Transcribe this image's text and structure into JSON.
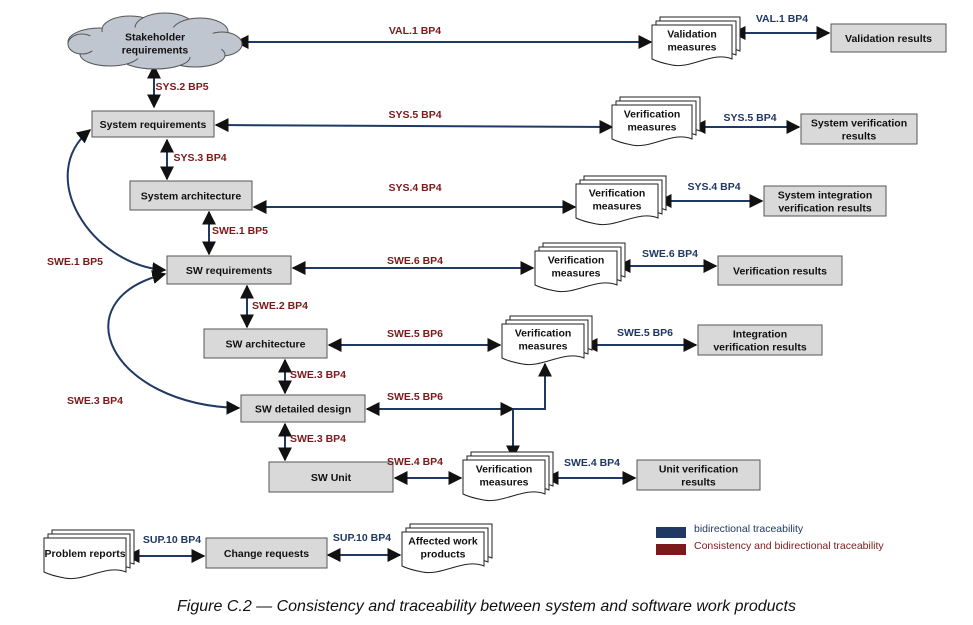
{
  "colors": {
    "blue": "#1f3864",
    "red": "#7b1a1a",
    "box_fill": "#d9d9d9",
    "box_stroke": "#555555",
    "doc_fill": "#ffffff",
    "cloud_fill": "#bfc6cf"
  },
  "nodes": {
    "stakeholder": "Stakeholder\nrequirements",
    "sys_req": "System requirements",
    "sys_arch": "System architecture",
    "sw_req": "SW requirements",
    "sw_arch": "SW architecture",
    "sw_det": "SW detailed design",
    "sw_unit": "SW Unit",
    "val_meas": "Validation\nmeasures",
    "ver_meas_sys": "Verification\nmeasures",
    "ver_meas_int": "Verification\nmeasures",
    "ver_meas_swreq": "Verification\nmeasures",
    "ver_meas_swarch": "Verification\nmeasures",
    "ver_meas_unit": "Verification\nmeasures",
    "val_results": "Validation results",
    "sys_ver_results": "System verification\nresults",
    "sys_int_results": "System integration\nverification results",
    "ver_results": "Verification results",
    "int_ver_results": "Integration\nverification results",
    "unit_ver_results": "Unit verification\nresults",
    "problem_reports": "Problem reports",
    "change_requests": "Change requests",
    "affected_products": "Affected work\nproducts"
  },
  "edges": {
    "val1_bp4_a": "VAL.1 BP4",
    "val1_bp4_b": "VAL.1 BP4",
    "sys2_bp5": "SYS.2 BP5",
    "sys5_bp4_a": "SYS.5 BP4",
    "sys5_bp4_b": "SYS.5 BP4",
    "sys3_bp4": "SYS.3 BP4",
    "sys4_bp4_a": "SYS.4 BP4",
    "sys4_bp4_b": "SYS.4 BP4",
    "swe1_bp5_a": "SWE.1 BP5",
    "swe1_bp5_b": "SWE.1 BP5",
    "swe6_bp4_a": "SWE.6 BP4",
    "swe6_bp4_b": "SWE.6 BP4",
    "swe2_bp4": "SWE.2 BP4",
    "swe5_bp6_a": "SWE.5 BP6",
    "swe5_bp6_b": "SWE.5 BP6",
    "swe5_bp6_c": "SWE.5 BP6",
    "swe3_bp4_a": "SWE.3 BP4",
    "swe3_bp4_b": "SWE.3 BP4",
    "swe3_bp4_c": "SWE.3 BP4",
    "swe4_bp4_a": "SWE.4 BP4",
    "swe4_bp4_b": "SWE.4 BP4",
    "sup10_bp4_a": "SUP.10 BP4",
    "sup10_bp4_b": "SUP.10 BP4"
  },
  "legend": {
    "bidirectional": "bidirectional traceability",
    "consistency": "Consistency and bidirectional traceability"
  },
  "caption": "Figure C.2 — Consistency and traceability between system and software work products"
}
